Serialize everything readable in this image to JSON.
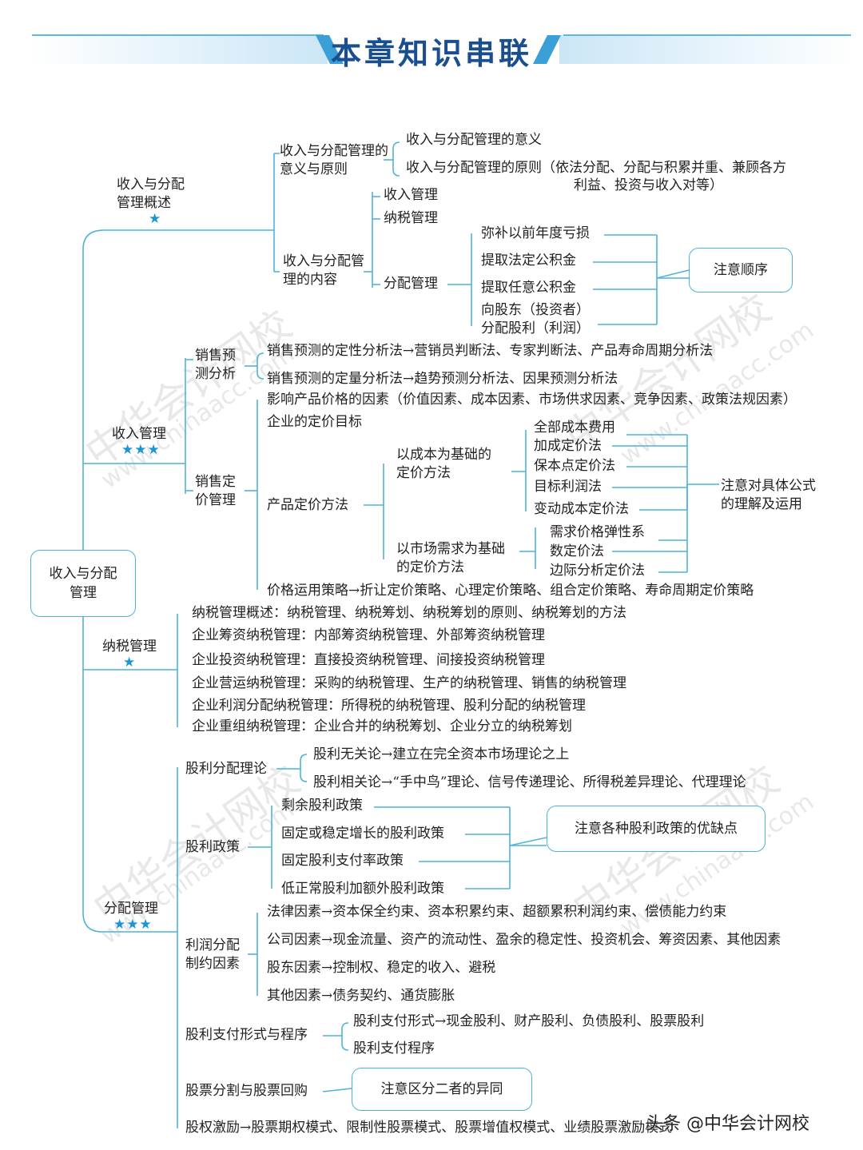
{
  "title": "本章知识串联",
  "root": "收入与分配管理",
  "branch1": {
    "label": "收入与分配管理概述",
    "stars": "★",
    "meaning_label": "收入与分配管理的意义与原则",
    "meaning": "收入与分配管理的意义",
    "principle": "收入与分配管理的原则（依法分配、分配与积累并重、兼顾各方",
    "principle2": "利益、投资与收入对等）",
    "content_label": "收入与分配管理的内容",
    "income_mgmt": "收入管理",
    "tax_mgmt": "纳税管理",
    "dist_mgmt": "分配管理",
    "steps": [
      "弥补以前年度亏损",
      "提取法定公积金",
      "提取任意公积金",
      "向股东（投资者）",
      "分配股利（利润）"
    ],
    "note": "注意顺序"
  },
  "branch2": {
    "label": "收入管理",
    "stars": "★★★",
    "forecast_label": "销售预测分析",
    "forecast": [
      "销售预测的定性分析法→营销员判断法、专家判断法、产品寿命周期分析法",
      "销售预测的定量分析法→趋势预测分析法、因果预测分析法"
    ],
    "pricing_label": "销售定价管理",
    "factors": "影响产品价格的因素（价值因素、成本因素、市场供求因素、竞争因素、政策法规因素）",
    "goal": "企业的定价目标",
    "method_label": "产品定价方法",
    "cost_based": "以成本为基础的定价方法",
    "cost_methods": [
      "全部成本费用",
      "加成定价法",
      "保本点定价法",
      "目标利润法",
      "变动成本定价法"
    ],
    "market_based": "以市场需求为基础的定价方法",
    "market_methods": [
      "需求价格弹性系",
      "数定价法",
      "边际分析定价法"
    ],
    "note": "注意对具体公式的理解及运用",
    "strategy": "价格运用策略→折让定价策略、心理定价策略、组合定价策略、寿命周期定价策略"
  },
  "branch3": {
    "label": "纳税管理",
    "stars": "★",
    "items": [
      "纳税管理概述：纳税管理、纳税筹划、纳税筹划的原则、纳税筹划的方法",
      "企业筹资纳税管理：内部筹资纳税管理、外部筹资纳税管理",
      "企业投资纳税管理：直接投资纳税管理、间接投资纳税管理",
      "企业营运纳税管理：采购的纳税管理、生产的纳税管理、销售的纳税管理",
      "企业利润分配纳税管理：所得税的纳税管理、股利分配的纳税管理",
      "企业重组纳税管理：企业合并的纳税筹划、企业分立的纳税筹划"
    ]
  },
  "branch4": {
    "label": "分配管理",
    "stars": "★★★",
    "theory_label": "股利分配理论",
    "theory": [
      "股利无关论→建立在完全资本市场理论之上",
      "股利相关论→“手中鸟”理论、信号传递理论、所得税差异理论、代理理论"
    ],
    "policy_label": "股利政策",
    "policies": [
      "剩余股利政策",
      "固定或稳定增长的股利政策",
      "固定股利支付率政策",
      "低正常股利加额外股利政策"
    ],
    "policy_note": "注意各种股利政策的优缺点",
    "factor_label": "利润分配制约因素",
    "factors": [
      "法律因素→资本保全约束、资本积累约束、超额累积利润约束、偿债能力约束",
      "公司因素→现金流量、资产的流动性、盈余的稳定性、投资机会、筹资因素、其他因素",
      "股东因素→控制权、稳定的收入、避税",
      "其他因素→债务契约、通货膨胀"
    ],
    "payment_label": "股利支付形式与程序",
    "payment": [
      "股利支付形式→现金股利、财产股利、负债股利、股票股利",
      "股利支付程序"
    ],
    "split_label": "股票分割与股票回购",
    "split_note": "注意区分二者的异同",
    "incentive": "股权激励→股票期权模式、限制性股票模式、股票增值权模式、业绩股票激励模式"
  },
  "watermark": [
    "中华会计网校",
    "www.chinaacc.com"
  ],
  "footer": "头条 @中华会计网校"
}
